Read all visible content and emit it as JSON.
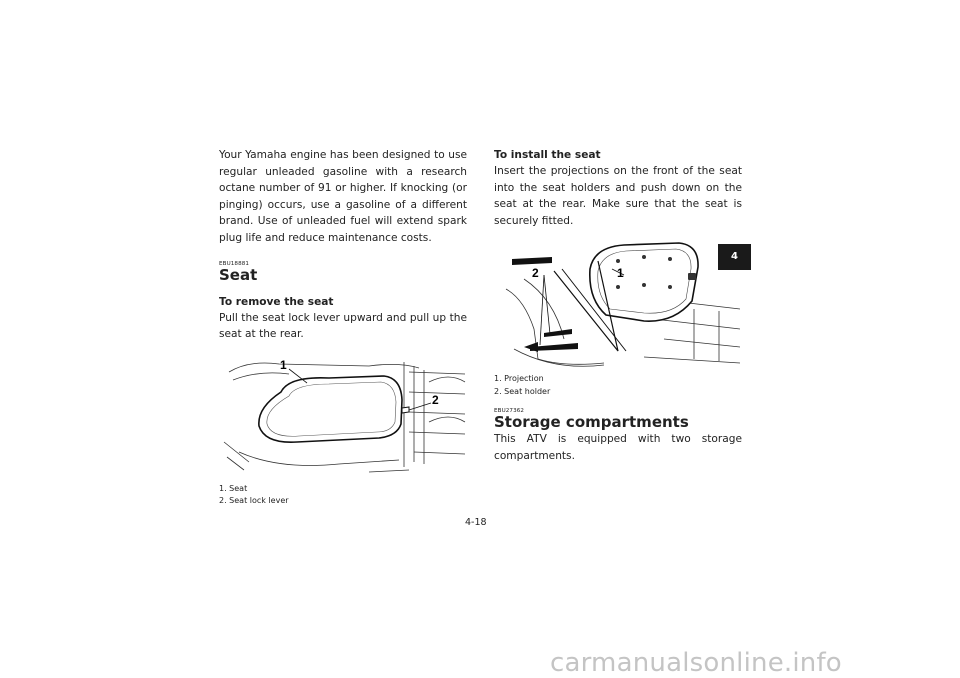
{
  "left": {
    "intro": "Your Yamaha engine has been designed to use regular unleaded gasoline with a research octane number of 91 or higher. If knocking (or pinging) occurs, use a gasoline of a different brand. Use of unleaded fuel will extend spark plug life and reduce maintenance costs.",
    "code": "EBU18881",
    "heading": "Seat",
    "subheading": "To remove the seat",
    "instruction": "Pull the seat lock lever upward and pull up the seat at the rear.",
    "figure_callouts": [
      "1",
      "2"
    ],
    "captions": [
      "1. Seat",
      "2. Seat lock lever"
    ]
  },
  "right": {
    "subheading": "To install the seat",
    "instruction": "Insert the projections on the front of the seat into the seat holders and push down on the seat at the rear. Make sure that the seat is securely fitted.",
    "figure_callouts": [
      "2",
      "1"
    ],
    "captions": [
      "1. Projection",
      "2. Seat holder"
    ],
    "code": "EBU27362",
    "heading": "Storage compartments",
    "body": "This ATV is equipped with two storage compartments."
  },
  "page_number": "4-18",
  "section_tab": "4",
  "watermark": "carmanualsonline.info"
}
